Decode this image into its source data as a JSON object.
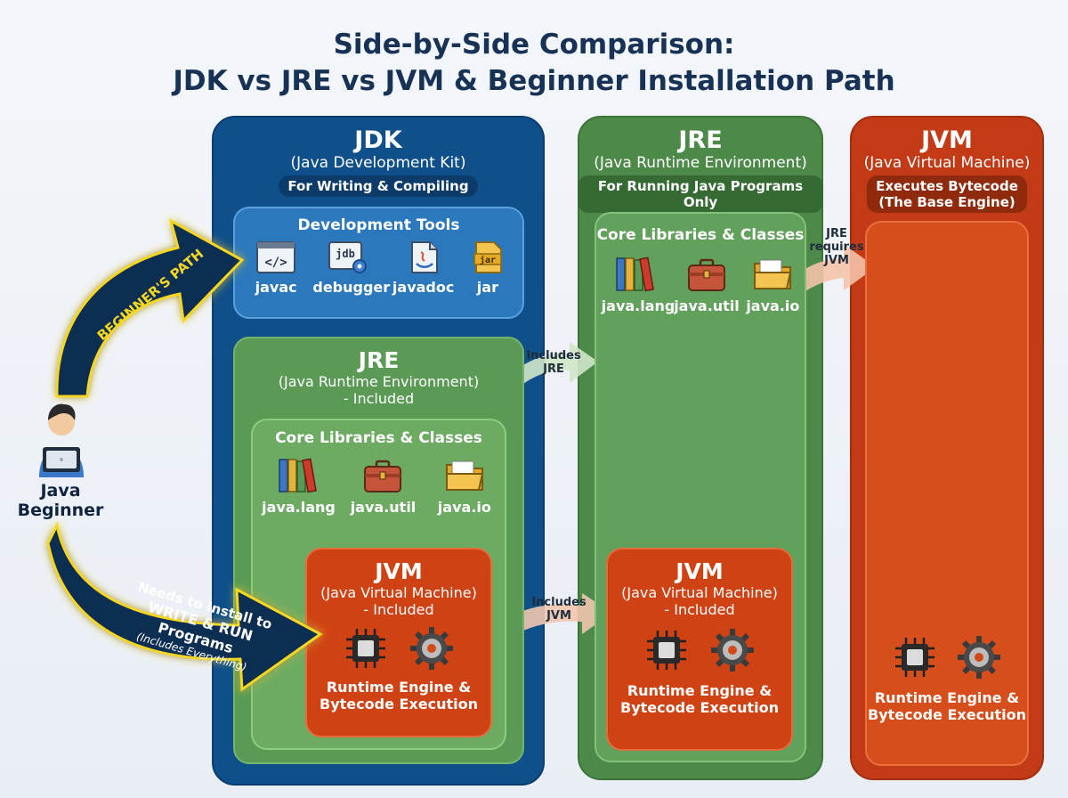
{
  "title": {
    "line1": "Side-by-Side Comparison:",
    "line2": "JDK vs JRE vs JVM & Beginner Installation Path"
  },
  "jdk": {
    "name": "JDK",
    "full_name": "(Java Development Kit)",
    "tagline": "For Writing & Compiling",
    "dev_tools": {
      "title": "Development Tools",
      "items": [
        {
          "label": "javac",
          "icon": "code-window-icon"
        },
        {
          "label": "debugger",
          "icon": "debugger-icon",
          "badge": "jdb"
        },
        {
          "label": "javadoc",
          "icon": "javadoc-icon"
        },
        {
          "label": "jar",
          "icon": "jar-file-icon",
          "badge": "jar"
        }
      ]
    },
    "jre": {
      "name": "JRE",
      "full_name": "(Java Runtime Environment)",
      "included": "- Included",
      "core": {
        "title": "Core Libraries & Classes",
        "items": [
          {
            "label": "java.lang",
            "icon": "books-icon"
          },
          {
            "label": "java.util",
            "icon": "toolbox-icon"
          },
          {
            "label": "java.io",
            "icon": "folder-icon"
          }
        ]
      },
      "jvm": {
        "name": "JVM",
        "full_name": "(Java Virtual Machine)",
        "included": "- Included",
        "desc1": "Runtime Engine &",
        "desc2": "Bytecode Execution"
      }
    }
  },
  "jre": {
    "name": "JRE",
    "full_name": "(Java Runtime Environment)",
    "tagline": "For Running Java Programs Only",
    "core": {
      "title": "Core Libraries & Classes",
      "items": [
        {
          "label": "java.lang",
          "icon": "books-icon"
        },
        {
          "label": "java.util",
          "icon": "toolbox-icon"
        },
        {
          "label": "java.io",
          "icon": "folder-icon"
        }
      ]
    },
    "jvm": {
      "name": "JVM",
      "full_name": "(Java Virtual Machine)",
      "included": "- Included",
      "desc1": "Runtime Engine &",
      "desc2": "Bytecode Execution"
    }
  },
  "jvm": {
    "name": "JVM",
    "full_name": "(Java Virtual Machine)",
    "tagline1": "Executes Bytecode",
    "tagline2": "(The Base Engine)",
    "desc1": "Runtime Engine &",
    "desc2": "Bytecode Execution"
  },
  "connectors": {
    "includes_jre": [
      "Includes",
      "JRE"
    ],
    "includes_jvm": [
      "Includes",
      "JVM"
    ],
    "jre_requires_jvm": [
      "JRE",
      "requires",
      "JVM"
    ]
  },
  "beginner": {
    "line1": "Java",
    "line2": "Beginner",
    "path_label": "BEGINNER'S PATH",
    "install_line1": "Needs to Install to",
    "install_line2": "WRITE & RUN Programs",
    "install_line3": "(Includes Everything)"
  },
  "colors": {
    "jdk": "#0f4f8a",
    "jre": "#4d8a4a",
    "jvm": "#c23b16",
    "path_glow": "#f5d623",
    "arrow_fill": "#0f2d52"
  }
}
